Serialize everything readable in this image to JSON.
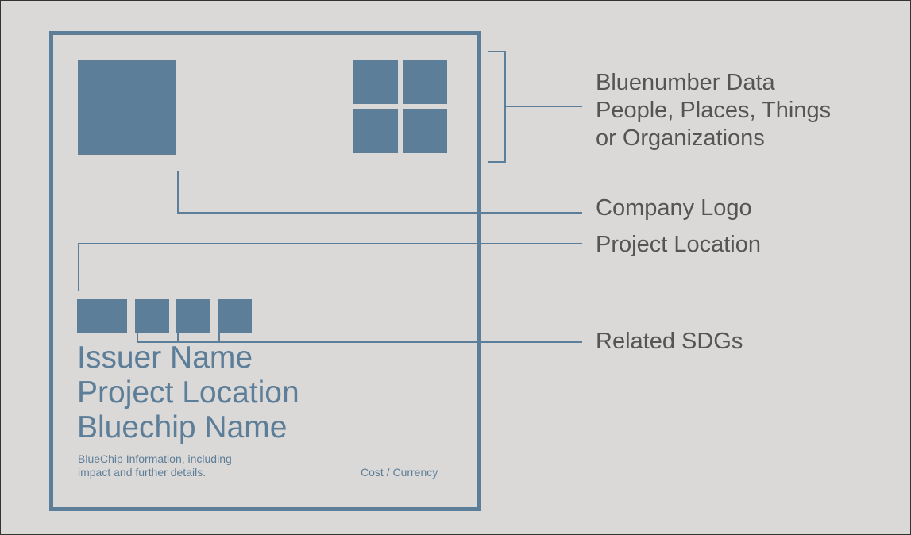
{
  "card": {
    "issuer_name": "Issuer Name",
    "project_location": "Project Location",
    "bluechip_name": "Bluechip Name",
    "info_line1": "BlueChip Information, including",
    "info_line2": "impact and further details.",
    "cost_currency": "Cost / Currency"
  },
  "annotations": {
    "bluenumber_line1": "Bluenumber Data",
    "bluenumber_line2": "People, Places, Things",
    "bluenumber_line3": "or Organizations",
    "company_logo": "Company Logo",
    "project_location": "Project Location",
    "related_sdgs": "Related SDGs"
  },
  "colors": {
    "accent": "#5d7e98",
    "background": "#dbd9d8",
    "annotation_text": "#555555"
  }
}
